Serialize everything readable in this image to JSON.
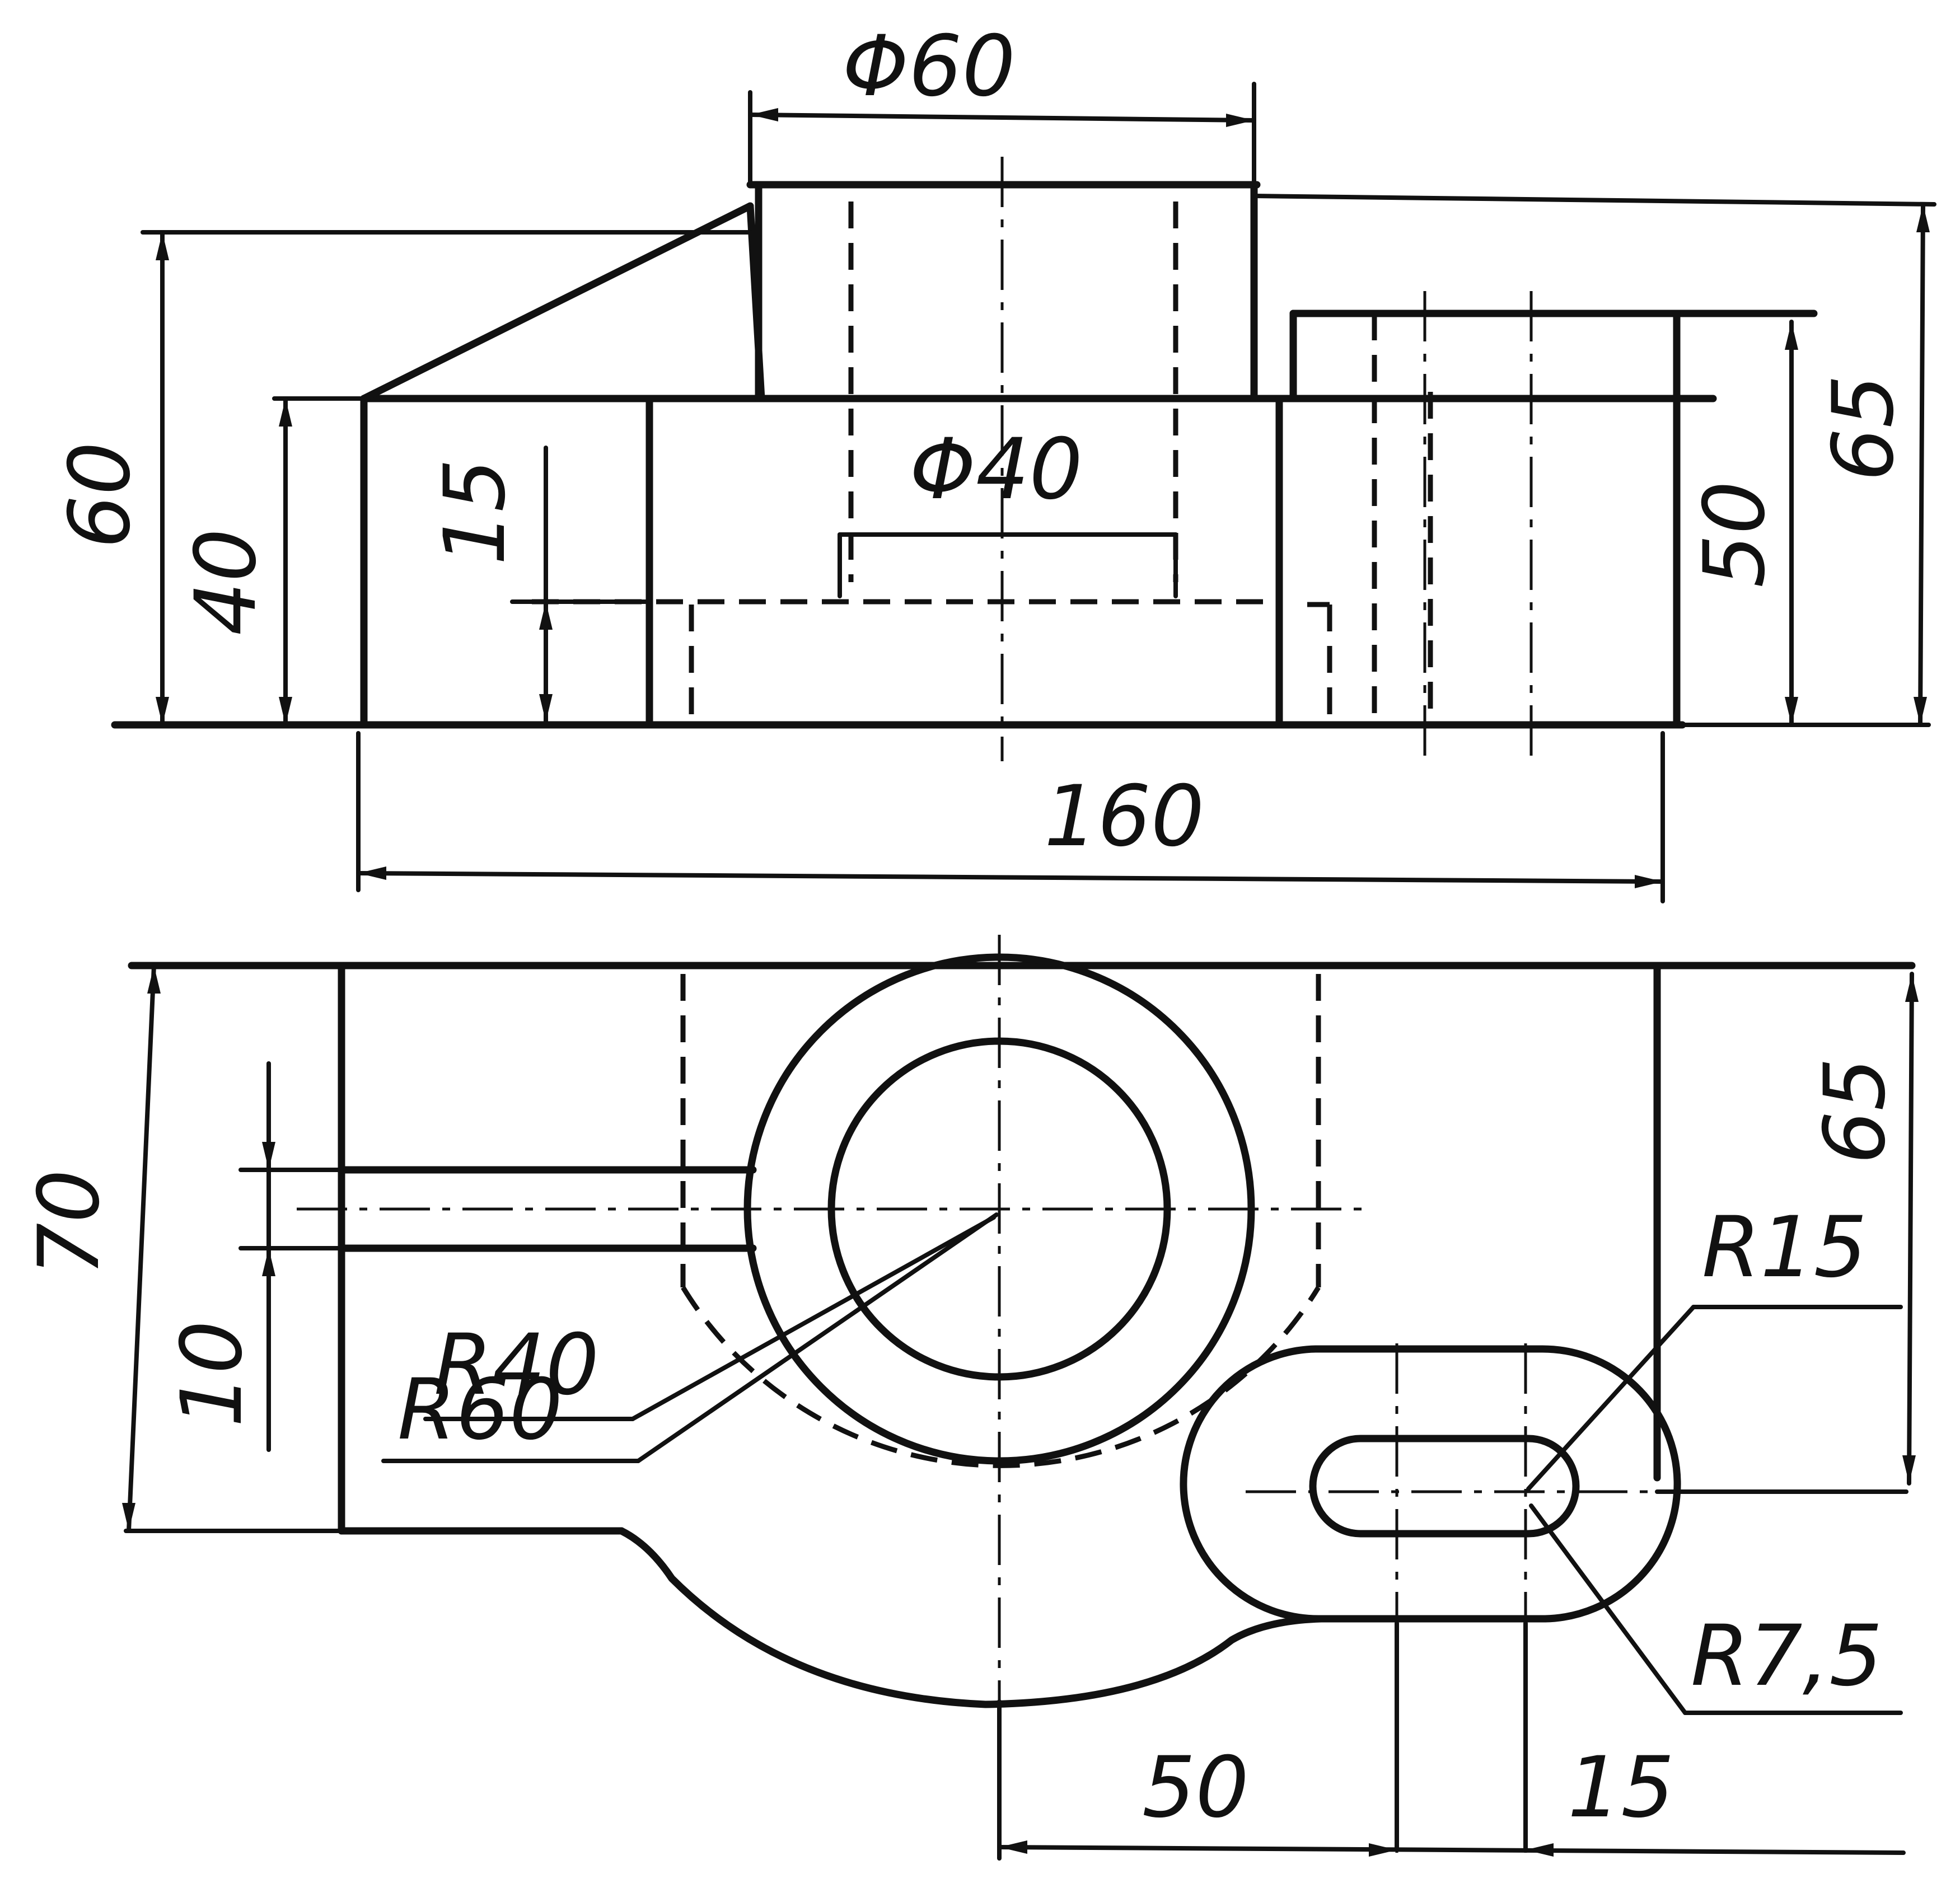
{
  "dimensions": {
    "front": {
      "dia_top": "Φ60",
      "dia_hole": "Φ40",
      "overall_length": "160",
      "height_left_total": "60",
      "height_left_base": "40",
      "hole_height": "15",
      "right_block_height": "50",
      "overall_height_right": "65"
    },
    "plan": {
      "depth_left": "70",
      "slot_width": "10",
      "depth_right": "65",
      "radius_inner": "R40",
      "radius_outer": "R60",
      "radius_boss": "R15",
      "radius_slot": "R7,5",
      "offset_50": "50",
      "offset_15": "15"
    }
  }
}
